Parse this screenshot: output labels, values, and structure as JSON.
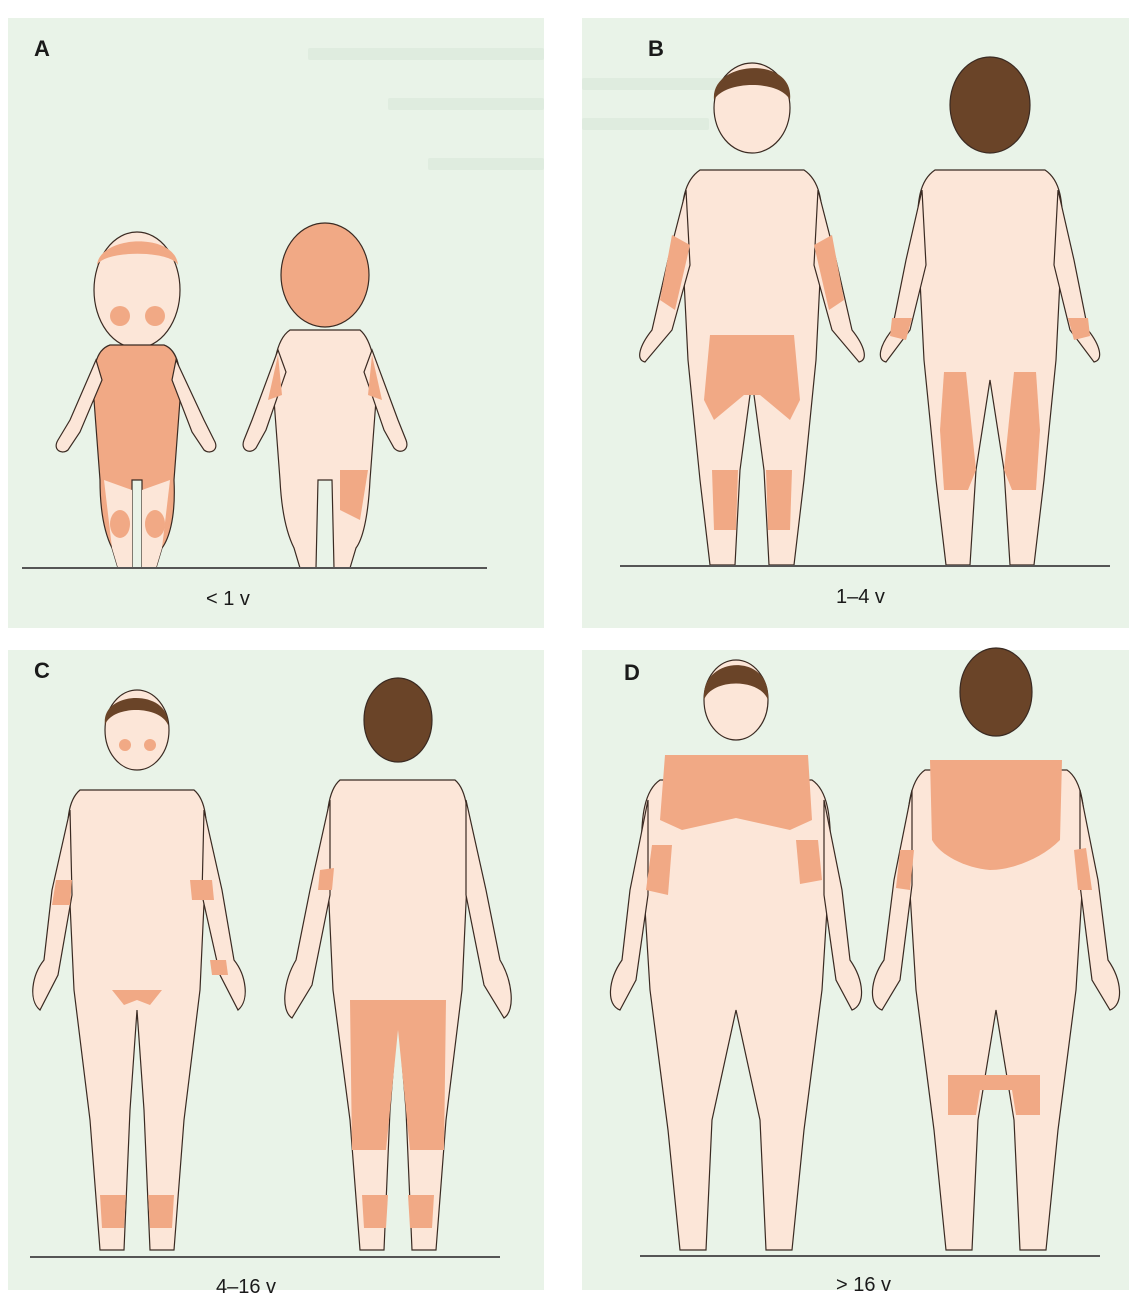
{
  "colors": {
    "background": "#e9f3e8",
    "skin": "#fce6d8",
    "rash": "#f1a985",
    "hair": "#6a4428",
    "outline": "#3a2a22"
  },
  "panels": [
    {
      "letter": "A",
      "age": "< 1 v"
    },
    {
      "letter": "B",
      "age": "1–4 v"
    },
    {
      "letter": "C",
      "age": "4–16 v"
    },
    {
      "letter": "D",
      "age": "> 16 v"
    }
  ]
}
